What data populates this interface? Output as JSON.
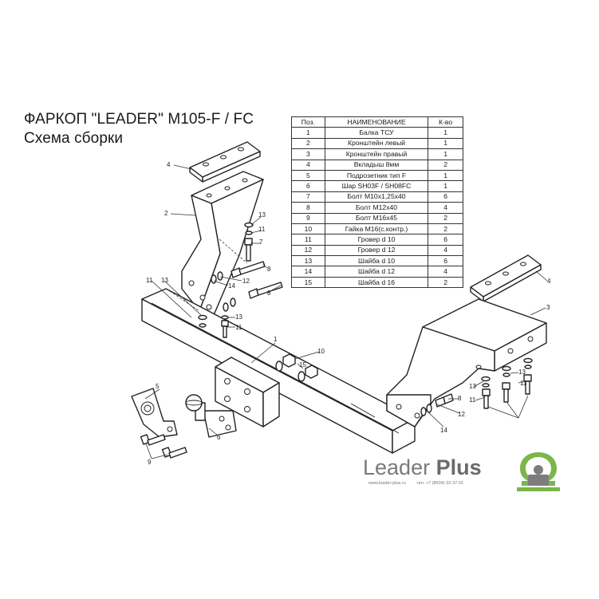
{
  "title": {
    "line1": "ФАРКОП \"LEADER\" M105-F / FC",
    "line2": "Схема сборки"
  },
  "parts_table": {
    "headers": [
      "Поз.",
      "НАИМЕНОВАНИЕ",
      "К-во"
    ],
    "rows": [
      {
        "pos": "1",
        "name": "Балка ТСУ",
        "qty": "1"
      },
      {
        "pos": "2",
        "name": "Кронштейн левый",
        "qty": "1"
      },
      {
        "pos": "3",
        "name": "Кронштейн правый",
        "qty": "1"
      },
      {
        "pos": "4",
        "name": "Вкладыш 8мм",
        "qty": "2"
      },
      {
        "pos": "5",
        "name": "Подрозетник тип F",
        "qty": "1"
      },
      {
        "pos": "6",
        "name": "Шар SH03F / SH08FC",
        "qty": "1"
      },
      {
        "pos": "7",
        "name": "Болт М10х1,25х40",
        "qty": "6"
      },
      {
        "pos": "8",
        "name": "Болт М12х40",
        "qty": "4"
      },
      {
        "pos": "9",
        "name": "Болт М16х45",
        "qty": "2"
      },
      {
        "pos": "10",
        "name": "Гайка М16(с.контр.)",
        "qty": "2"
      },
      {
        "pos": "11",
        "name": "Гровер d 10",
        "qty": "6"
      },
      {
        "pos": "12",
        "name": "Гровер d 12",
        "qty": "4"
      },
      {
        "pos": "13",
        "name": "Шайба d 10",
        "qty": "6"
      },
      {
        "pos": "14",
        "name": "Шайба d 12",
        "qty": "4"
      },
      {
        "pos": "15",
        "name": "Шайба d 16",
        "qty": "2"
      }
    ]
  },
  "callouts": {
    "beam": "1",
    "bracket_left": "2",
    "bracket_right": "3",
    "insert_left": "4",
    "insert_right": "4",
    "socket_plate": "5",
    "ball": "6",
    "bolt_m10": "7",
    "bolt_m12_left": "8",
    "bolt_m12_right": "8",
    "bolt_m16": "9",
    "nut_m16": "10",
    "grover_d10_a": "11",
    "grover_d10_b": "11",
    "grover_d10_c": "11",
    "grover_d10_d": "11",
    "grover_d10_e": "11",
    "grover_d12_a": "12",
    "grover_d12_b": "12",
    "washer_d10_a": "13",
    "washer_d10_b": "13",
    "washer_d10_c": "13",
    "washer_d10_d": "13",
    "washer_d12_a": "14",
    "washer_d12_b": "14",
    "washer_d16": "15"
  },
  "brand": {
    "name_part1": "Leader ",
    "name_part2": "Plus",
    "website": "www.leader-plus.ru",
    "phone": "тел. +7 (8634) 32-37-91",
    "logo_icon": "omega-tow-hitch-logo",
    "logo_color": "#7ab648"
  }
}
